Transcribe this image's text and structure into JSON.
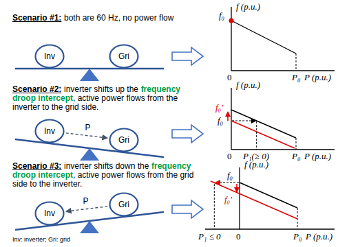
{
  "diagram": {
    "nodes": [
      {
        "text": [
          "Inv"
        ]
      },
      {
        "text": [
          "Gri"
        ]
      },
      {
        "text": [
          "Inv"
        ]
      },
      {
        "text": [
          "Gri"
        ]
      },
      {
        "text": [
          "Inv"
        ]
      },
      {
        "text": [
          "Gri"
        ]
      }
    ],
    "edges": [
      {
        "from": 2,
        "to": 3,
        "arrow": "to",
        "label": "P"
      },
      {
        "from": 5,
        "to": 4,
        "arrow": "to",
        "label": "P"
      }
    ],
    "labels": [
      "Scenario #1:",
      "both are 60 Hz, no power flow",
      "f (p.u.)",
      "f₀",
      "0",
      "P₀",
      "P (p.u.)",
      "Scenario #2:",
      "inverter shifts up the",
      "frequency droop intercept",
      ", active power flows from the inverter to the grid side.",
      "f (p.u.)",
      "f₀′",
      "f₀",
      "0",
      "P₁(≥ 0)",
      "P₀",
      "P (p.u.)",
      "Scenario #3:",
      "inverter shifts down the",
      "frequency droop intercept",
      ", active power flows from the grid side to the inverter.",
      "f (p.u.)",
      "f₀",
      "f₀′",
      "P₁ ≤ 0",
      "0",
      "P₀",
      "P (p.u.)",
      "Inv: inverter; Gri: grid"
    ]
  }
}
